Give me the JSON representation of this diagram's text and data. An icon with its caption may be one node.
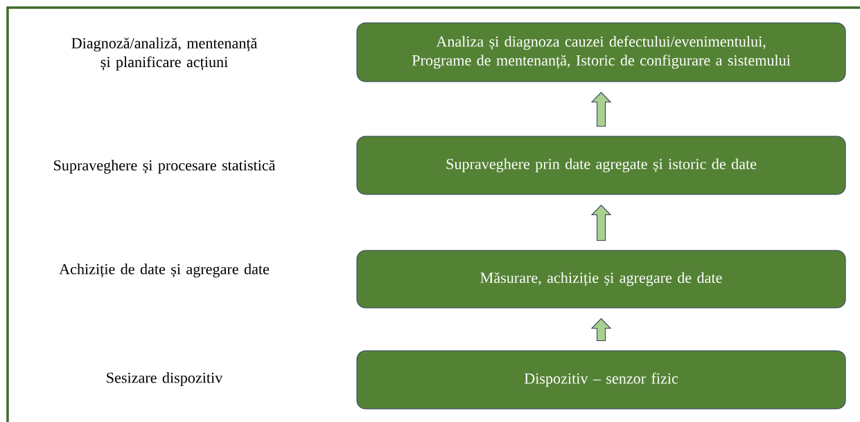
{
  "diagram": {
    "nodes": [
      {
        "text": [
          "Analiza și diagnoza cauzei defectului/evenimentului, Programe de mentenanță, Istoric de configurare a sistemului"
        ]
      },
      {
        "text": [
          "Supraveghere prin date agregate și istoric de date"
        ]
      },
      {
        "text": [
          "Măsurare, achiziție și agregare de date"
        ]
      },
      {
        "text": [
          "Dispozitiv – senzor fizic"
        ]
      }
    ],
    "edges": [
      {
        "from": 3,
        "to": 2,
        "arrow": "to"
      },
      {
        "from": 2,
        "to": 1,
        "arrow": "to"
      },
      {
        "from": 1,
        "to": 0,
        "arrow": "to"
      }
    ],
    "labels": [
      "Diagnoză/analiză, mentenanță și planificare acțiuni",
      "Supraveghere și procesare statistică",
      "Achiziție de date și agregare date",
      "Sesizare dispozitiv"
    ]
  }
}
